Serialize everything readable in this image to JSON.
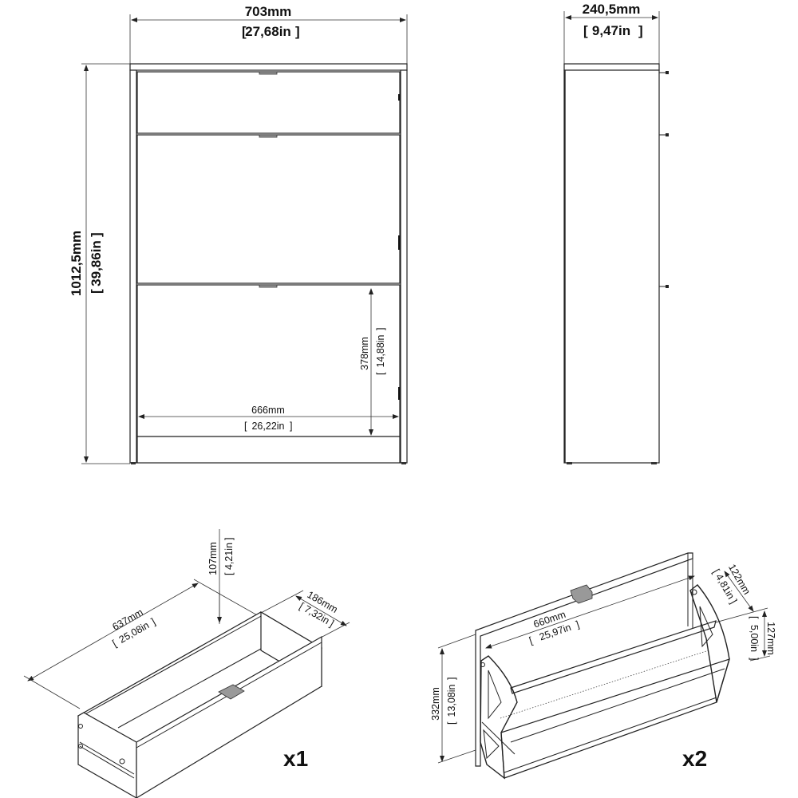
{
  "front_view": {
    "width_mm": "703mm",
    "width_in": "27,68in",
    "height_mm": "1012,5mm",
    "height_in": "39,86in",
    "inner_width_mm": "666mm",
    "inner_width_in": "26,22in",
    "compartment_height_mm": "378mm",
    "compartment_height_in": "14,88in"
  },
  "side_view": {
    "depth_mm": "240,5mm",
    "depth_in": "9,47in"
  },
  "drawer": {
    "length_mm": "637mm",
    "length_in": "25,08in",
    "height_mm": "107mm",
    "height_in": "4,21in",
    "depth_mm": "186mm",
    "depth_in": "7,32in",
    "quantity": "x1"
  },
  "shoe_flap": {
    "width_mm": "660mm",
    "width_in": "25,97in",
    "height_mm": "332mm",
    "height_in": "13,08in",
    "depth_top_mm": "122mm",
    "depth_top_in": "4,81in",
    "depth_bottom_mm": "127mm",
    "depth_bottom_in": "5,00in",
    "quantity": "x2"
  },
  "bracket_open": "[",
  "bracket_close": "]"
}
